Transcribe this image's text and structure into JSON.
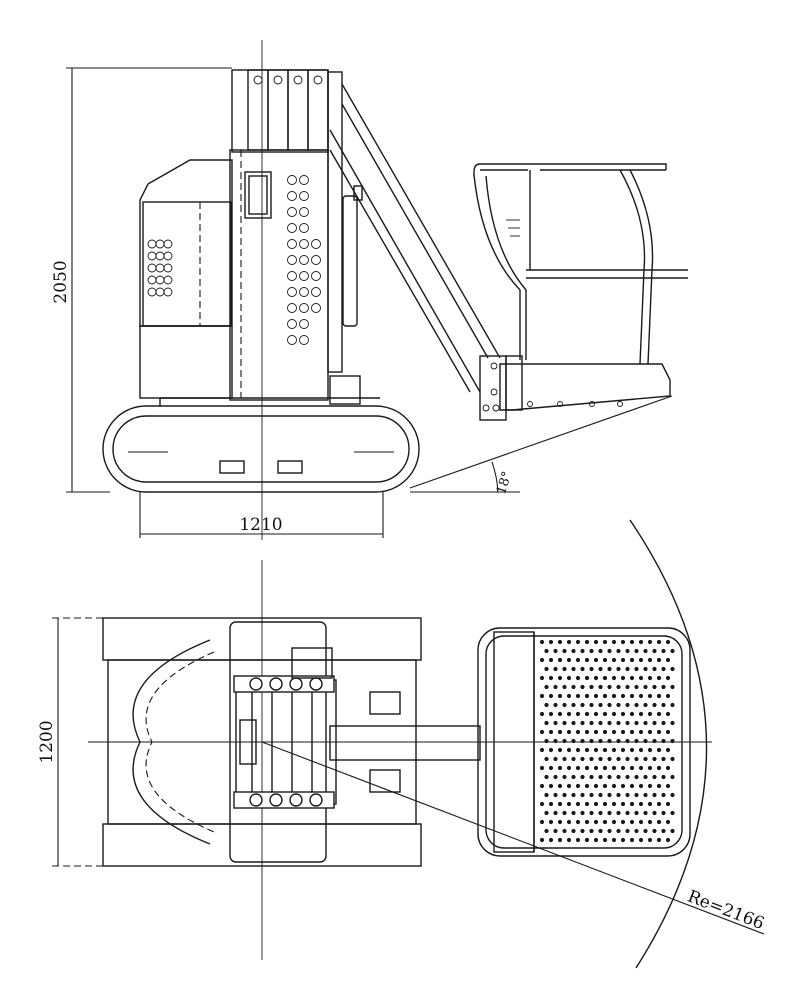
{
  "dimensions": {
    "height": "2050",
    "track_width": "1210",
    "overall_width": "1200",
    "tilt_angle": "18°",
    "turning_radius": "Re=2166"
  }
}
